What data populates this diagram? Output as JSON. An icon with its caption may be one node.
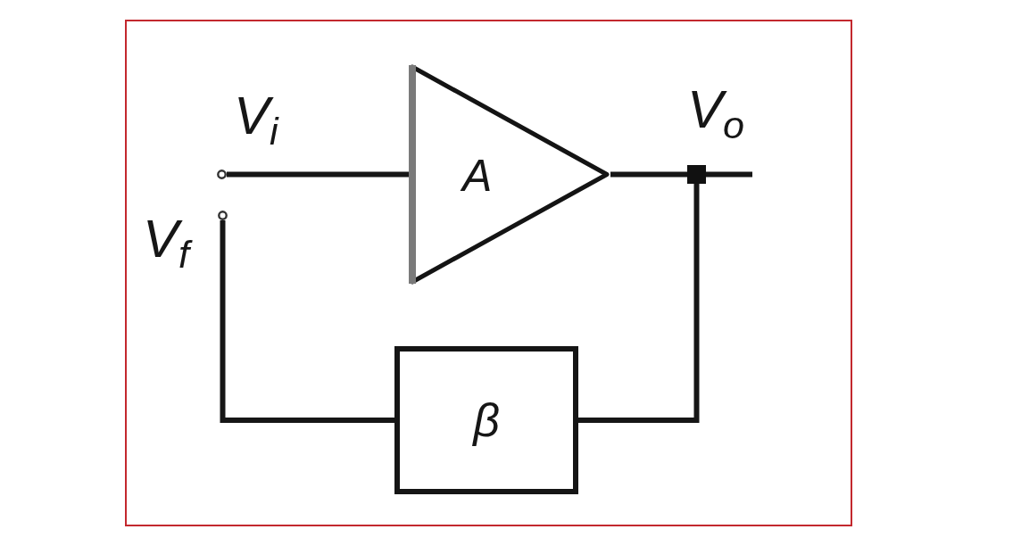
{
  "diagram": {
    "nodes": [
      {
        "text": [],
        "shape": "circle",
        "beside": [
          "V$_{i}$"
        ]
      },
      {
        "text": [
          "A"
        ]
      },
      {
        "text": [],
        "shape": "box",
        "beside": [
          "V$_{o}$"
        ]
      },
      {
        "text": [],
        "shape": "circle",
        "beside": [
          "V$_{f}$"
        ]
      },
      {
        "text": [
          "β"
        ]
      }
    ],
    "edges": [
      {
        "from": 0,
        "to": 1,
        "arrow": "none"
      },
      {
        "from": 1,
        "to": 2,
        "arrow": "none"
      },
      {
        "from": 2,
        "to": null,
        "arrow": "none"
      },
      {
        "from": 2,
        "to": 4,
        "arrow": "none"
      },
      {
        "from": 4,
        "to": 3,
        "arrow": "none"
      }
    ]
  }
}
